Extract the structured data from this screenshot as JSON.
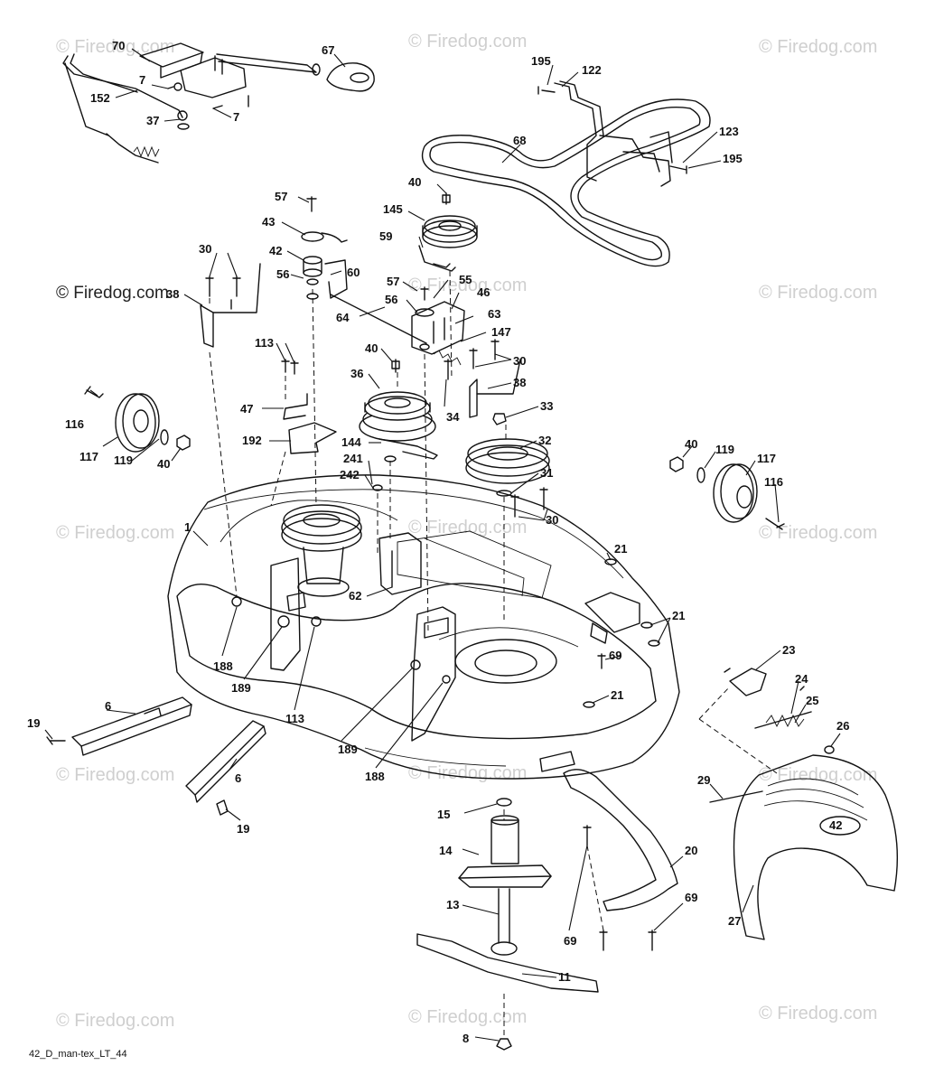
{
  "diagram_code": "42_D_man-tex_LT_44",
  "watermark_text": "© Firedog.com",
  "deck_badge_text": "42",
  "parts": [
    {
      "id": "p70",
      "label": "70"
    },
    {
      "id": "p67",
      "label": "67"
    },
    {
      "id": "p7a",
      "label": "7"
    },
    {
      "id": "p7b",
      "label": "7"
    },
    {
      "id": "p152",
      "label": "152"
    },
    {
      "id": "p37",
      "label": "37"
    },
    {
      "id": "p195a",
      "label": "195"
    },
    {
      "id": "p122",
      "label": "122"
    },
    {
      "id": "p68",
      "label": "68"
    },
    {
      "id": "p123",
      "label": "123"
    },
    {
      "id": "p195b",
      "label": "195"
    },
    {
      "id": "p40a",
      "label": "40"
    },
    {
      "id": "p145",
      "label": "145"
    },
    {
      "id": "p57a",
      "label": "57"
    },
    {
      "id": "p43",
      "label": "43"
    },
    {
      "id": "p42",
      "label": "42"
    },
    {
      "id": "p56a",
      "label": "56"
    },
    {
      "id": "p60",
      "label": "60"
    },
    {
      "id": "p59",
      "label": "59"
    },
    {
      "id": "p30a",
      "label": "30"
    },
    {
      "id": "p38a",
      "label": "38"
    },
    {
      "id": "p57b",
      "label": "57"
    },
    {
      "id": "p55",
      "label": "55"
    },
    {
      "id": "p46",
      "label": "46"
    },
    {
      "id": "p56b",
      "label": "56"
    },
    {
      "id": "p64",
      "label": "64"
    },
    {
      "id": "p63",
      "label": "63"
    },
    {
      "id": "p147",
      "label": "147"
    },
    {
      "id": "p113a",
      "label": "113"
    },
    {
      "id": "p40b",
      "label": "40"
    },
    {
      "id": "p30b",
      "label": "30"
    },
    {
      "id": "p38b",
      "label": "38"
    },
    {
      "id": "p36",
      "label": "36"
    },
    {
      "id": "p34",
      "label": "34"
    },
    {
      "id": "p33",
      "label": "33"
    },
    {
      "id": "p116a",
      "label": "116"
    },
    {
      "id": "p47",
      "label": "47"
    },
    {
      "id": "p117a",
      "label": "117"
    },
    {
      "id": "p119a",
      "label": "119"
    },
    {
      "id": "p40c",
      "label": "40"
    },
    {
      "id": "p192",
      "label": "192"
    },
    {
      "id": "p144",
      "label": "144"
    },
    {
      "id": "p32",
      "label": "32"
    },
    {
      "id": "p241",
      "label": "241"
    },
    {
      "id": "p242",
      "label": "242"
    },
    {
      "id": "p31",
      "label": "31"
    },
    {
      "id": "p40d",
      "label": "40"
    },
    {
      "id": "p119b",
      "label": "119"
    },
    {
      "id": "p117b",
      "label": "117"
    },
    {
      "id": "p116b",
      "label": "116"
    },
    {
      "id": "p30c",
      "label": "30"
    },
    {
      "id": "p1",
      "label": "1"
    },
    {
      "id": "p21a",
      "label": "21"
    },
    {
      "id": "p62",
      "label": "62"
    },
    {
      "id": "p21b",
      "label": "21"
    },
    {
      "id": "p23",
      "label": "23"
    },
    {
      "id": "p69a",
      "label": "69"
    },
    {
      "id": "p188a",
      "label": "188"
    },
    {
      "id": "p189a",
      "label": "189"
    },
    {
      "id": "p113b",
      "label": "113"
    },
    {
      "id": "p24",
      "label": "24"
    },
    {
      "id": "p21c",
      "label": "21"
    },
    {
      "id": "p25",
      "label": "25"
    },
    {
      "id": "p6a",
      "label": "6"
    },
    {
      "id": "p19a",
      "label": "19"
    },
    {
      "id": "p26",
      "label": "26"
    },
    {
      "id": "p189b",
      "label": "189"
    },
    {
      "id": "p188b",
      "label": "188"
    },
    {
      "id": "p6b",
      "label": "6"
    },
    {
      "id": "p29",
      "label": "29"
    },
    {
      "id": "p15",
      "label": "15"
    },
    {
      "id": "p19b",
      "label": "19"
    },
    {
      "id": "p14",
      "label": "14"
    },
    {
      "id": "p20",
      "label": "20"
    },
    {
      "id": "p27",
      "label": "27"
    },
    {
      "id": "p13",
      "label": "13"
    },
    {
      "id": "p69b",
      "label": "69"
    },
    {
      "id": "p69c",
      "label": "69"
    },
    {
      "id": "p11",
      "label": "11"
    },
    {
      "id": "p8",
      "label": "8"
    }
  ]
}
